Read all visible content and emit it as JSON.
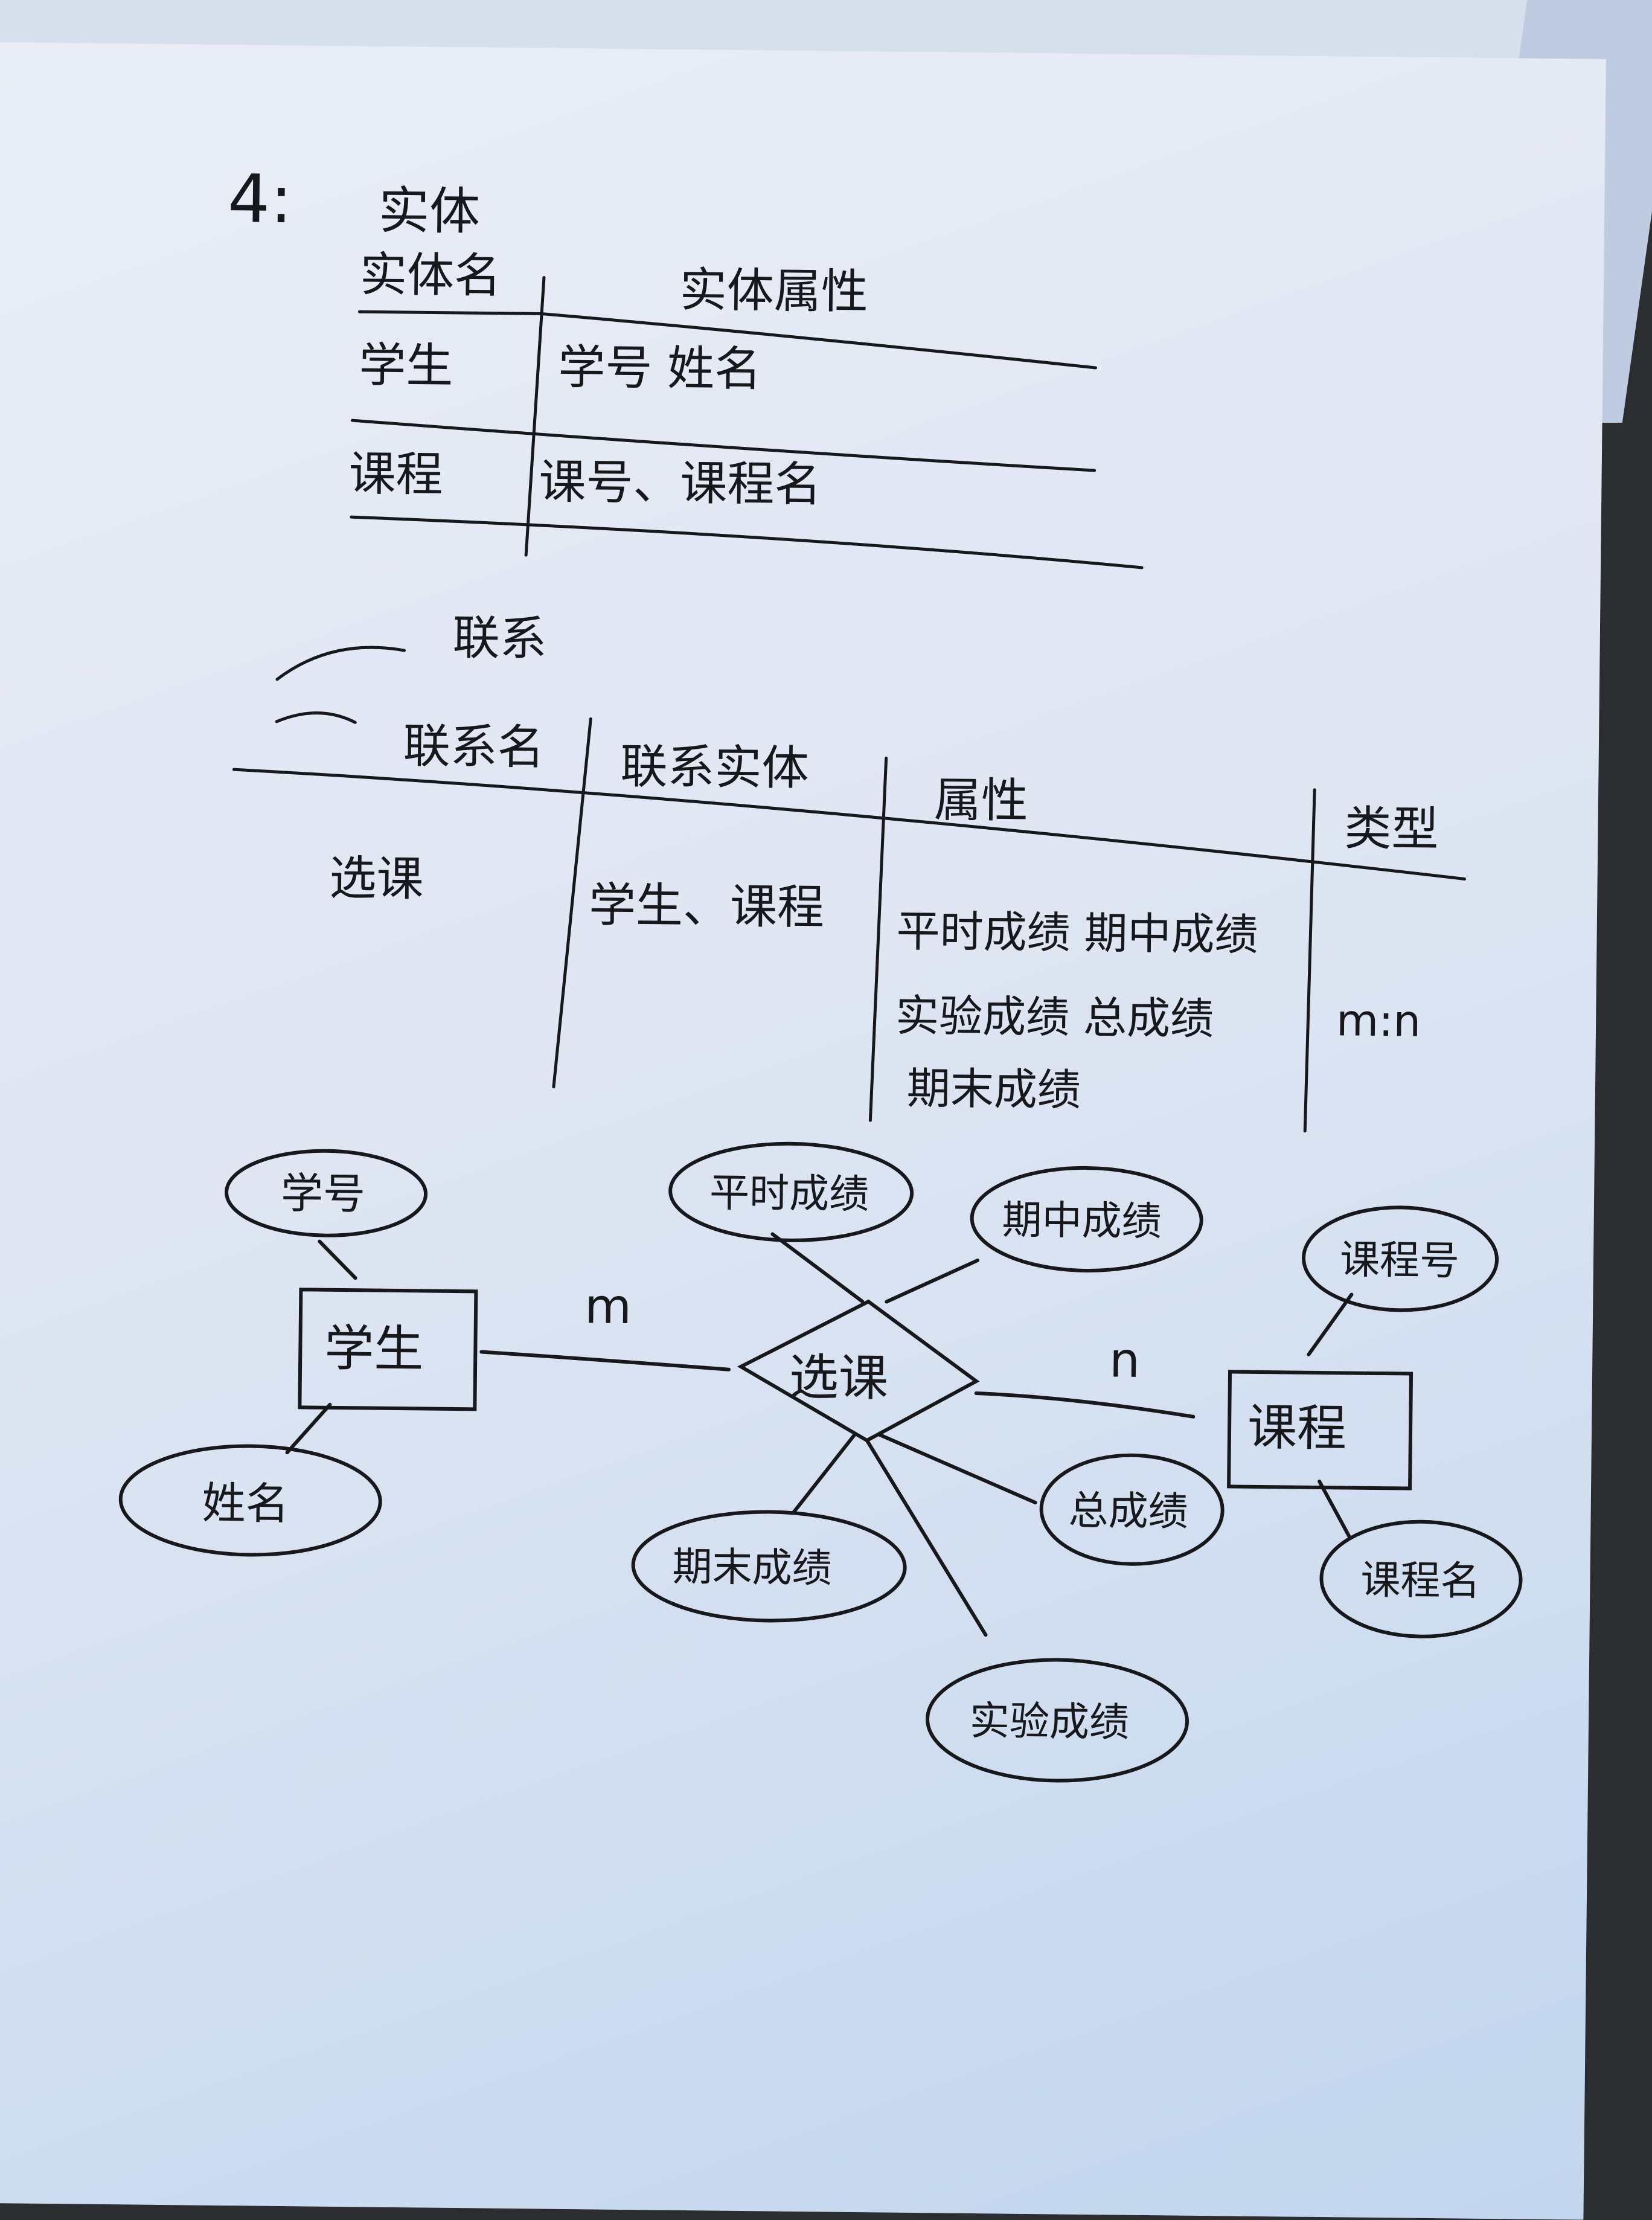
{
  "question_number": "4:",
  "entity_section": {
    "heading": "实体",
    "headers": [
      "实体名",
      "实体属性"
    ],
    "rows": [
      {
        "name": "学生",
        "attributes": "学号  姓名"
      },
      {
        "name": "课程",
        "attributes": "课号、课程名"
      }
    ]
  },
  "relationship_section": {
    "heading": "联系",
    "headers": [
      "联系名",
      "联系实体",
      "属性",
      "类型"
    ],
    "row": {
      "name": "选课",
      "entities": "学生、课程",
      "attributes_lines": [
        "平时成绩 期中成绩",
        "实验成绩 总成绩",
        "期末成绩"
      ],
      "type": "m:n"
    }
  },
  "er_diagram": {
    "entities": [
      "学生",
      "课程"
    ],
    "relationship": "选课",
    "student_attributes": [
      "学号",
      "姓名"
    ],
    "course_attributes": [
      "课程号",
      "课程名"
    ],
    "relationship_attributes": [
      "平时成绩",
      "期中成绩",
      "总成绩",
      "实验成绩",
      "期末成绩"
    ],
    "cardinality_student": "m",
    "cardinality_course": "n"
  }
}
